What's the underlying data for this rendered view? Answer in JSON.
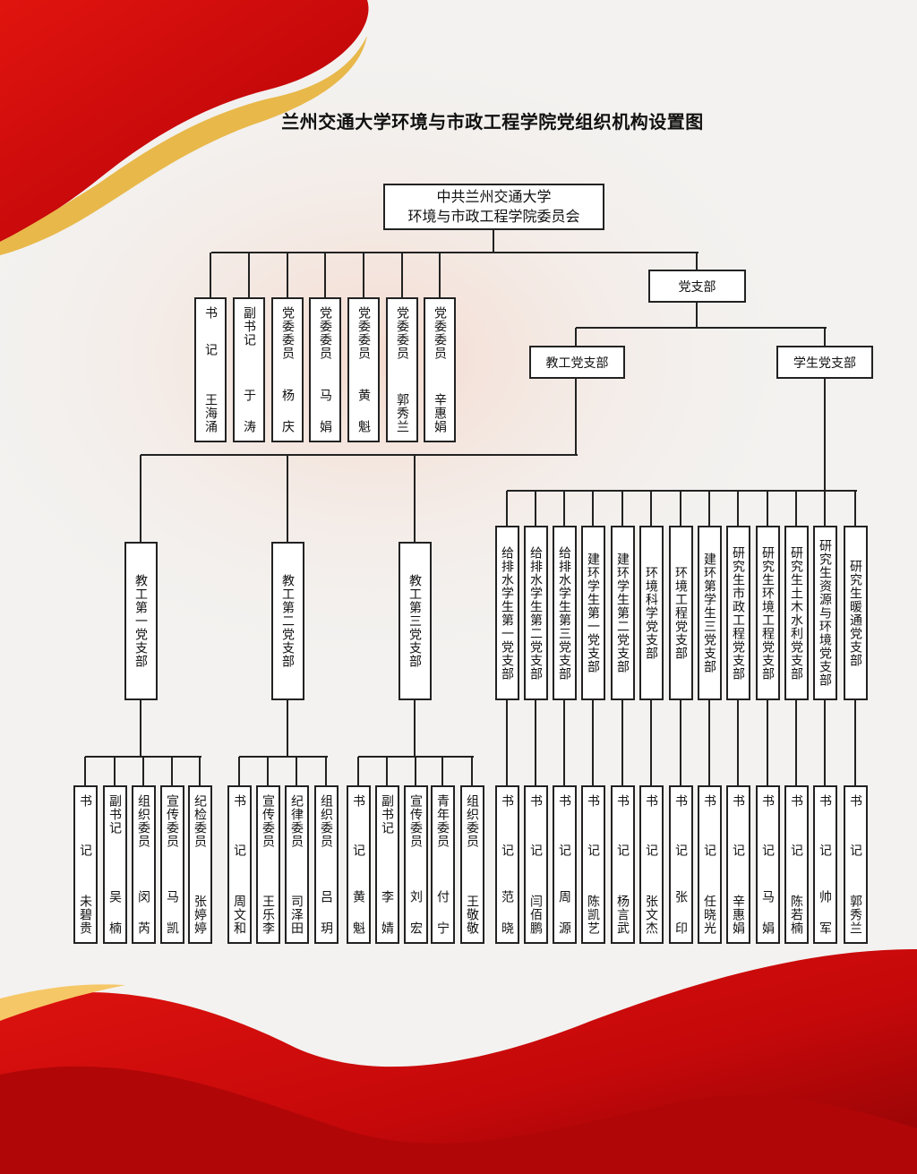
{
  "title": "兰州交通大学环境与市政工程学院党组织机构设置图",
  "root": {
    "line1": "中共兰州交通大学",
    "line2": "环境与市政工程学院委员会"
  },
  "committee": [
    {
      "role": "书记",
      "name": "王海涌"
    },
    {
      "role": "副书记",
      "name": "于涛"
    },
    {
      "role": "党委委员",
      "name": "杨庆"
    },
    {
      "role": "党委委员",
      "name": "马娟"
    },
    {
      "role": "党委委员",
      "name": "黄魁"
    },
    {
      "role": "党委委员",
      "name": "郭秀兰"
    },
    {
      "role": "党委委员",
      "name": "辛惠娟"
    }
  ],
  "party_branch": "党支部",
  "faculty": {
    "label": "教工党支部",
    "branches": [
      {
        "name": "教工第一党支部",
        "members": [
          {
            "role": "书记",
            "name": "未碧贵"
          },
          {
            "role": "副书记",
            "name": "吴楠"
          },
          {
            "role": "组织委员",
            "name": "闵芮"
          },
          {
            "role": "宣传委员",
            "name": "马凯"
          },
          {
            "role": "纪检委员",
            "name": "张婷婷"
          }
        ]
      },
      {
        "name": "教工第二党支部",
        "members": [
          {
            "role": "书记",
            "name": "周文和"
          },
          {
            "role": "宣传委员",
            "name": "王乐李"
          },
          {
            "role": "纪律委员",
            "name": "司泽田"
          },
          {
            "role": "组织委员",
            "name": "吕玥"
          }
        ]
      },
      {
        "name": "教工第三党支部",
        "members": [
          {
            "role": "书记",
            "name": "黄魁"
          },
          {
            "role": "副书记",
            "name": "李婧"
          },
          {
            "role": "宣传委员",
            "name": "刘宏"
          },
          {
            "role": "青年委员",
            "name": "付宁"
          },
          {
            "role": "组织委员",
            "name": "王敬敬"
          }
        ]
      }
    ]
  },
  "student": {
    "label": "学生党支部",
    "branches": [
      {
        "name": "给排水学生第一党支部",
        "secretary_role": "书记",
        "secretary": "范晓"
      },
      {
        "name": "给排水学生第二党支部",
        "secretary_role": "书记",
        "secretary": "闫佰鹏"
      },
      {
        "name": "给排水学生第三党支部",
        "secretary_role": "书记",
        "secretary": "周源"
      },
      {
        "name": "建环学生第一党支部",
        "secretary_role": "书记",
        "secretary": "陈凯艺"
      },
      {
        "name": "建环学生第二党支部",
        "secretary_role": "书记",
        "secretary": "杨言武"
      },
      {
        "name": "环境科学党支部",
        "secretary_role": "书记",
        "secretary": "张文杰"
      },
      {
        "name": "环境工程党支部",
        "secretary_role": "书记",
        "secretary": "张印"
      },
      {
        "name": "建环第学生三党支部",
        "secretary_role": "书记",
        "secretary": "任晓光"
      },
      {
        "name": "研究生市政工程党支部",
        "secretary_role": "书记",
        "secretary": "辛惠娟"
      },
      {
        "name": "研究生环境工程党支部",
        "secretary_role": "书记",
        "secretary": "马娟"
      },
      {
        "name": "研究生土木水利党支部",
        "secretary_role": "书记",
        "secretary": "陈若楠"
      },
      {
        "name": "研究生资源与环境党支部",
        "secretary_role": "书记",
        "secretary": "帅军"
      },
      {
        "name": "研究生暖通党支部",
        "secretary_role": "书记",
        "secretary": "郭秀兰"
      }
    ]
  }
}
